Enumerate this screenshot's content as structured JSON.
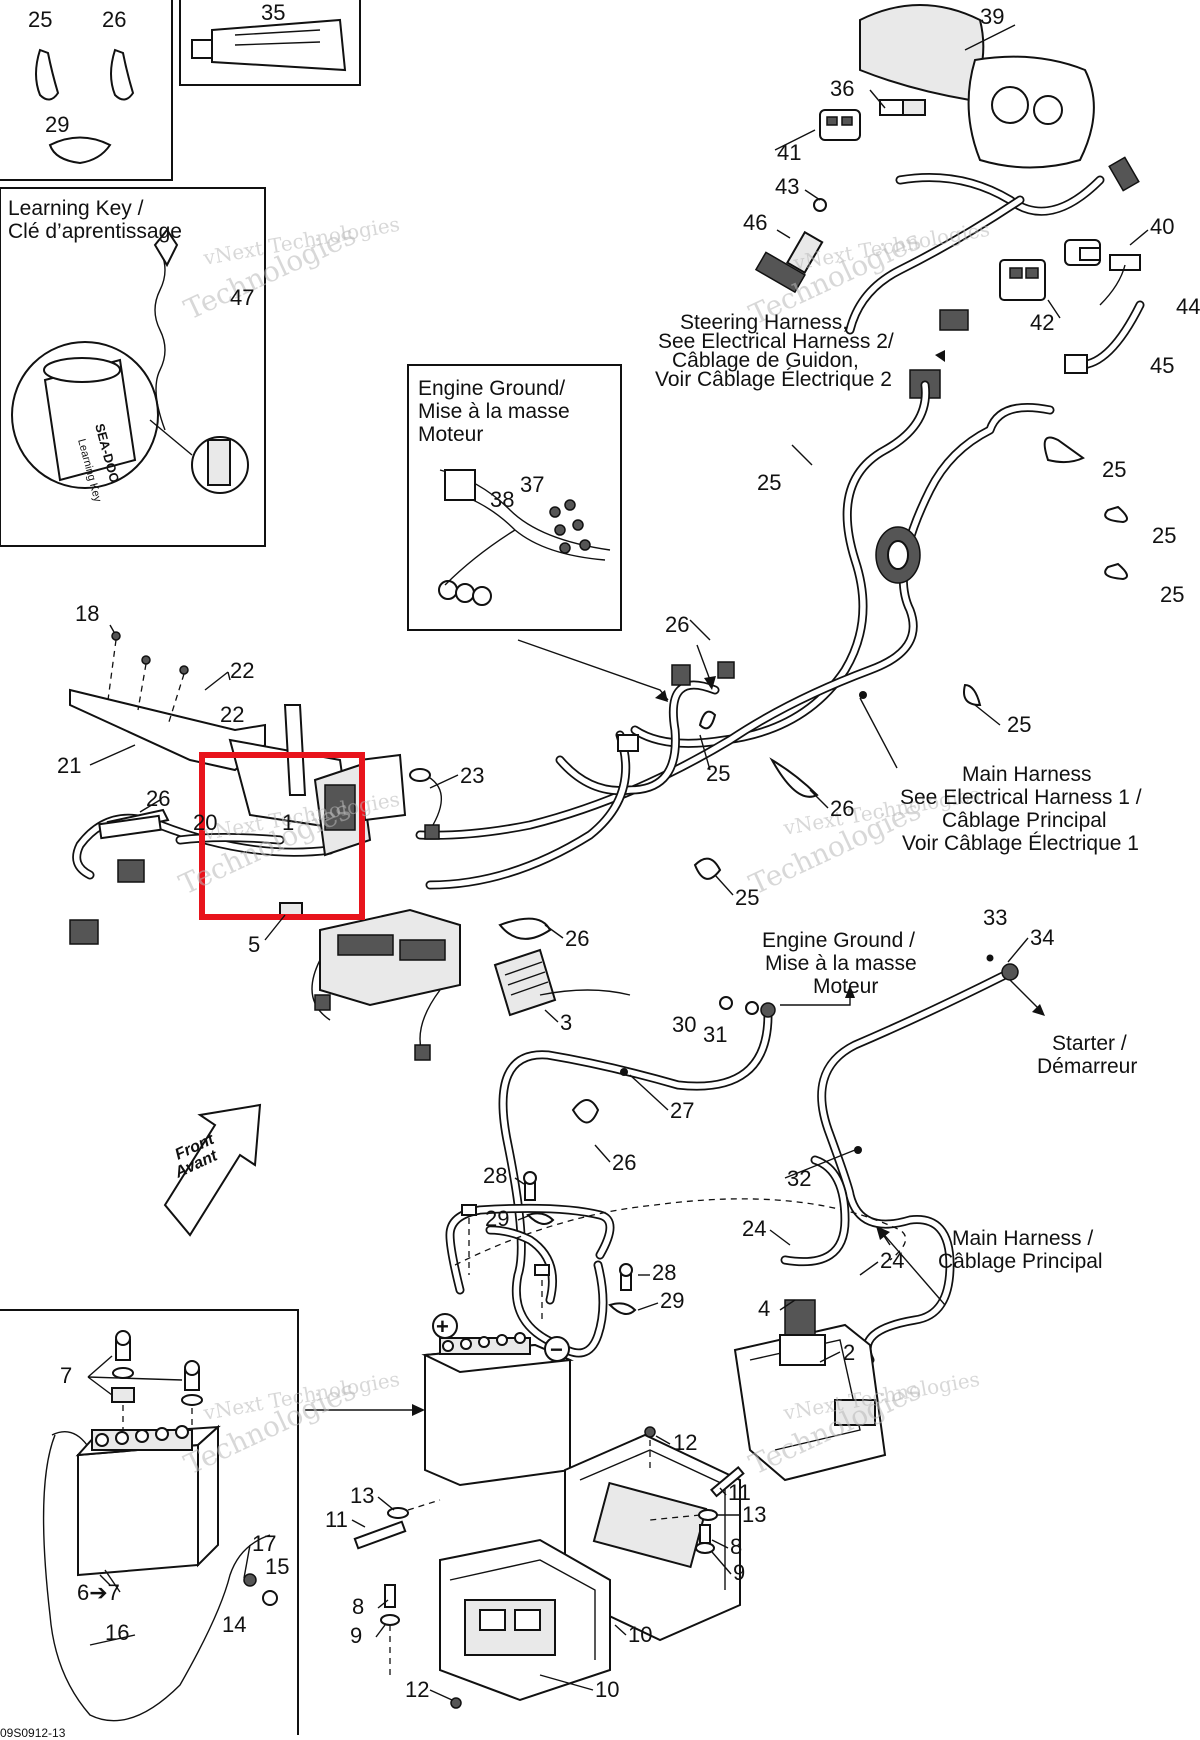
{
  "callouts": {
    "c25a": "25",
    "c26a": "26",
    "c29a": "29",
    "c35": "35",
    "c39": "39",
    "c36": "36",
    "c41": "41",
    "c43": "43",
    "c46": "46",
    "c40": "40",
    "c44": "44",
    "c42": "42",
    "c45": "45",
    "c47": "47",
    "c37": "37",
    "c38": "38",
    "c25b": "25",
    "c25c": "25",
    "c25d": "25",
    "c25e": "25",
    "c18": "18",
    "c22a": "22",
    "c22b": "22",
    "c21": "21",
    "c26b": "26",
    "c20": "20",
    "c1": "1",
    "c23": "23",
    "c26c": "26",
    "c25f": "25",
    "c25g": "25",
    "c26d": "26",
    "c25h": "25",
    "c5": "5",
    "c26e": "26",
    "c3": "3",
    "c33": "33",
    "c34": "34",
    "c30": "30",
    "c31": "31",
    "c27": "27",
    "c26f": "26",
    "c32": "32",
    "c28a": "28",
    "c29b": "29",
    "c24a": "24",
    "c24b": "24",
    "c28b": "28",
    "c29c": "29",
    "c4": "4",
    "c2": "2",
    "c7": "7",
    "c12a": "12",
    "c11a": "11",
    "c13a": "13",
    "c13b": "13",
    "c11b": "11",
    "c8a": "8",
    "c9a": "9",
    "c17": "17",
    "c15": "15",
    "c14": "14",
    "c6to7": "6➔7",
    "c16": "16",
    "c8b": "8",
    "c9b": "9",
    "c10a": "10",
    "c10b": "10",
    "c12b": "12"
  },
  "labels": {
    "learning_key_en": "Learning Key /",
    "learning_key_fr": "Clé d’aprentissage",
    "key_brand": "SEA-DOO",
    "key_caption": "Learning Key",
    "steering_1": "Steering Harness,",
    "steering_2": "See Electrical Harness 2/",
    "steering_3": "Câblage de Guidon,",
    "steering_4": "Voir Câblage Électrique 2",
    "engine_ground_box_1": "Engine Ground/",
    "engine_ground_box_2": "Mise à la masse",
    "engine_ground_box_3": "Moteur",
    "main_harness_1": "Main Harness",
    "main_harness_2": "See Electrical Harness 1 /",
    "main_harness_3": "Câblage Principal",
    "main_harness_4": "Voir Câblage Électrique 1",
    "engine_ground_2_1": "Engine Ground /",
    "engine_ground_2_2": "Mise à la masse",
    "engine_ground_2_3": "Moteur",
    "starter_1": "Starter /",
    "starter_2": "Démarreur",
    "main_harness_b_1": "Main Harness /",
    "main_harness_b_2": "Câblage Principal",
    "front_1": "Front",
    "front_2": "Avant",
    "battery_plus": "+",
    "battery_minus": "−",
    "figure_code": "09S0912-13"
  },
  "watermark": {
    "line1": "vNext Technologies",
    "line2": "Technologies"
  },
  "highlight": {
    "color": "#e8141c"
  }
}
